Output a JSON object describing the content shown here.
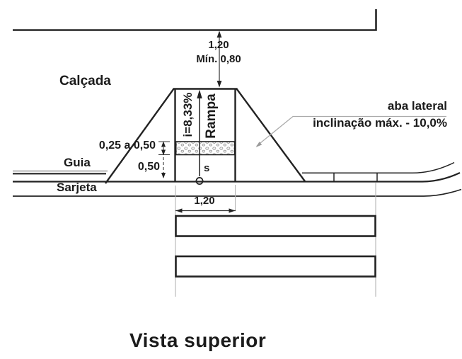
{
  "figure": {
    "title": "Vista superior",
    "section_labels": {
      "calcada": "Calçada",
      "guia": "Guia",
      "sarjeta": "Sarjeta",
      "rampa": "Rampa",
      "rampa_slope": "i=8,33%",
      "aba_lateral": "aba lateral",
      "aba_inclinacao": "inclinação máx. - 10,0%",
      "flow_point": "s"
    },
    "dimensions": {
      "largura_topo": "1,20",
      "largura_minima": "Mín. 0,80",
      "faixa_tatil": "0,25 a 0,50",
      "altura_guia": "0,50",
      "largura_rampa": "1,20"
    }
  },
  "colors": {
    "line": "#222222",
    "leader": "#ababab",
    "extension": "#b5b5b5",
    "background": "#ffffff"
  }
}
